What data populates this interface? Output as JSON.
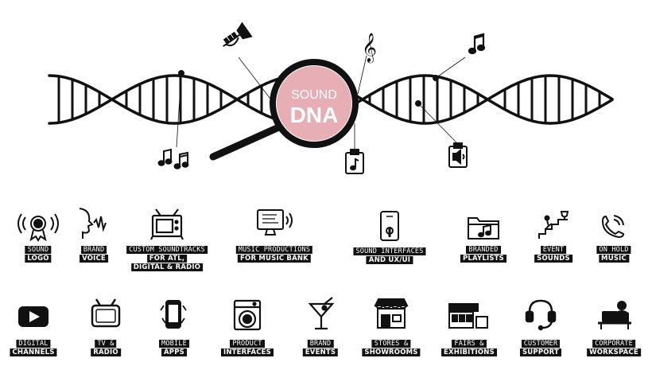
{
  "center": {
    "line1": "SOUND",
    "line2": "DNA"
  },
  "colors": {
    "ink": "#111111",
    "accent": "#e8aeb6",
    "paper": "#ffffff"
  },
  "helix_icons": [
    "trumpet-icon",
    "treble-clef-icon",
    "music-note-icon",
    "music-notes-icon",
    "clipboard-note-icon",
    "clipboard-speaker-icon"
  ],
  "row1": [
    {
      "icon": "award-sound-icon",
      "l1": "SOUND",
      "l2": "LOGO"
    },
    {
      "icon": "speaking-head-icon",
      "l1": "BRAND",
      "l2": "VOICE"
    },
    {
      "icon": "tv-icon",
      "l1": "CUSTOM SOUNDTRACKS",
      "l2": "FOR ATL,",
      "l3": "DIGITAL & RADIO"
    },
    {
      "icon": "monitor-speaker-icon",
      "l1": "MUSIC PRODUCTIONS",
      "l2": "FOR MUSIC BANK"
    },
    {
      "icon": "phone-touch-icon",
      "l1": "SOUND INTERFACES",
      "l2": "AND UX/UI"
    },
    {
      "icon": "music-folder-icon",
      "l1": "BRANDED",
      "l2": "PLAYLISTS"
    },
    {
      "icon": "stairs-trophy-icon",
      "l1": "EVENT",
      "l2": "SOUNDS"
    },
    {
      "icon": "phone-ringing-icon",
      "l1": "ON HOLD",
      "l2": "MUSIC"
    }
  ],
  "row2": [
    {
      "icon": "play-button-icon",
      "l1": "DIGITAL",
      "l2": "CHANNELS"
    },
    {
      "icon": "retro-tv-icon",
      "l1": "TV &",
      "l2": "RADIO"
    },
    {
      "icon": "mobile-apps-icon",
      "l1": "MOBILE",
      "l2": "APPS"
    },
    {
      "icon": "washing-machine-icon",
      "l1": "PRODUCT",
      "l2": "INTERFACES"
    },
    {
      "icon": "cocktail-icon",
      "l1": "BRAND",
      "l2": "EVENTS"
    },
    {
      "icon": "storefront-icon",
      "l1": "STORES &",
      "l2": "SHOWROOMS"
    },
    {
      "icon": "exhibition-hall-icon",
      "l1": "FAIRS &",
      "l2": "EXHIBITIONS"
    },
    {
      "icon": "headset-icon",
      "l1": "CUSTOMER",
      "l2": "SUPPORT"
    },
    {
      "icon": "workspace-laptop-icon",
      "l1": "CORPORATE",
      "l2": "WORKSPACE"
    }
  ]
}
